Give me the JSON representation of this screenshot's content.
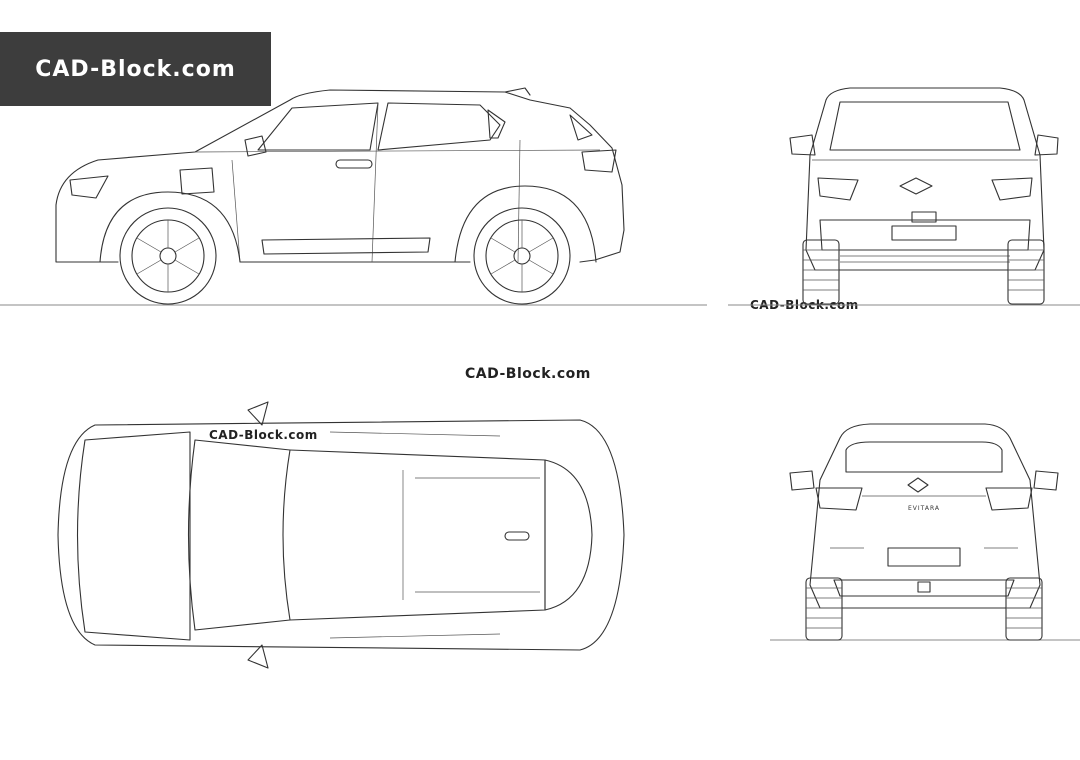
{
  "watermarks": {
    "badge": "CAD-Block.com",
    "front": "CAD-Block.com",
    "center": "CAD-Block.com",
    "top": "CAD-Block.com"
  },
  "rear_badge": "EVITARA",
  "colors": {
    "badge_bg": "#3d3d3d",
    "line": "#333333",
    "ground": "#888888"
  }
}
